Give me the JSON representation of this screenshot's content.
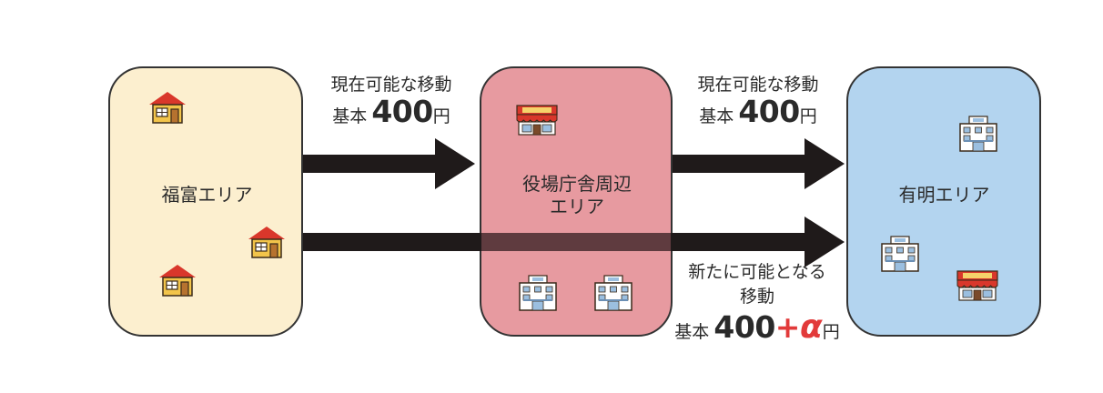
{
  "areas": {
    "fukutomi": "福富エリア",
    "yakuba": "役場庁舎周辺\nエリア",
    "yakuba_line1": "役場庁舎周辺",
    "yakuba_line2": "エリア",
    "ariake": "有明エリア"
  },
  "routes": {
    "current_1": {
      "line": "現在可能な移動",
      "prefix": "基本",
      "amount": "400",
      "unit": "円"
    },
    "current_2": {
      "line": "現在可能な移動",
      "prefix": "基本",
      "amount": "400",
      "unit": "円"
    },
    "new": {
      "line1": "新たに可能となる",
      "line2": "移動",
      "prefix": "基本",
      "amount": "400",
      "plus": "+",
      "alpha": "α",
      "unit": "円"
    }
  },
  "icons": [
    "house-icon",
    "supermarket-icon",
    "hospital-icon"
  ],
  "colors": {
    "fukutomi_fill": "#fcefcf",
    "yakuba_fill": "#e79aa0",
    "ariake_fill": "#b3d4ef",
    "arrow": "#1f1a1a",
    "accent_red": "#e23a3a",
    "roof_red": "#d9372b"
  }
}
